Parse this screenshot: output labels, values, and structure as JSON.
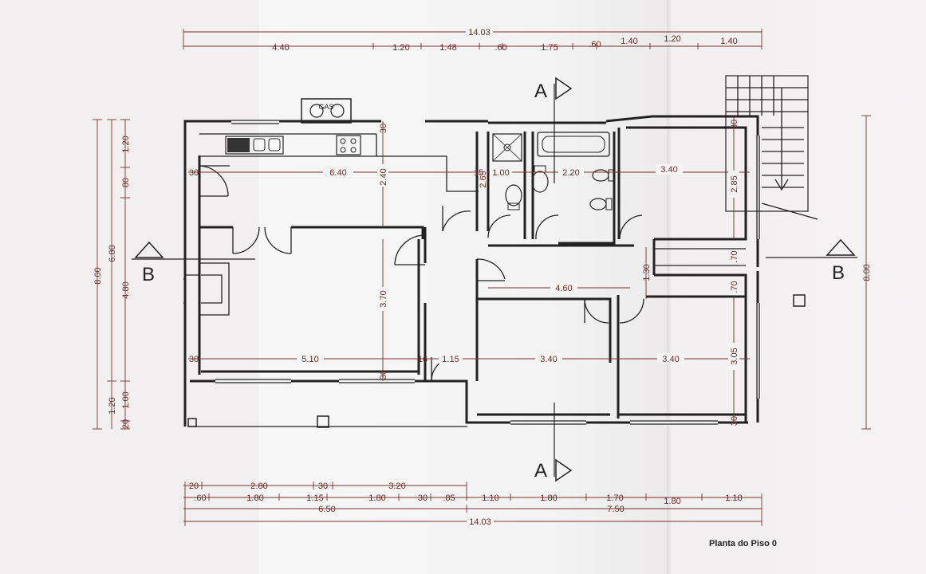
{
  "drawing": {
    "title": "Planta do Piso 0",
    "section_a": "A",
    "section_b": "B",
    "room_label_cook": "GAS",
    "colors": {
      "walls": "#222222",
      "dimensions": "#7a3030"
    }
  },
  "dims": {
    "top_total": "14.03",
    "top_row": [
      "4.40",
      "1.20",
      "1.48",
      ".60",
      "1.75",
      ".60",
      "1.40",
      "1.20",
      "1.40"
    ],
    "bottom_row1": [
      "20",
      "2.80",
      "30",
      "3.20"
    ],
    "bottom_row2": [
      ".60",
      "1.80",
      "1.15",
      "1.80",
      "30",
      ".85",
      "1.10",
      "1.80",
      "1.70",
      "1.80",
      "1.10"
    ],
    "bottom_row3": [
      "6.50",
      "7.50"
    ],
    "bottom_total": "14.03",
    "left_outer": "8.00",
    "left_mid": "6.80",
    "left_mid_b": "4.80",
    "left_stack": [
      "1.20",
      "80",
      "1.20",
      "1.00",
      "20"
    ],
    "right_outer": "8.00",
    "interior": {
      "kitchen_w": "6.40",
      "kitchen_h": "2.40",
      "t30a": "30",
      "t30b": "30",
      "t30c": "30",
      "t30d": "30",
      "t30e": "30",
      "t30f": "30",
      "wc_w": "1.00",
      "wc_h": "2.65",
      "t15": "15",
      "bath_w": "2.20",
      "room1_w": "3.40",
      "room1_h": "2.85",
      "hall_w": "4.60",
      "hall_h": "1.30",
      "t70a": ".70",
      "t70b": ".70",
      "living_h": "3.70",
      "living_w": "5.10",
      "t16": "16",
      "t115": "1.15",
      "room2_w": "3.40",
      "room3_w": "3.40",
      "room3_h": "3.05"
    }
  }
}
